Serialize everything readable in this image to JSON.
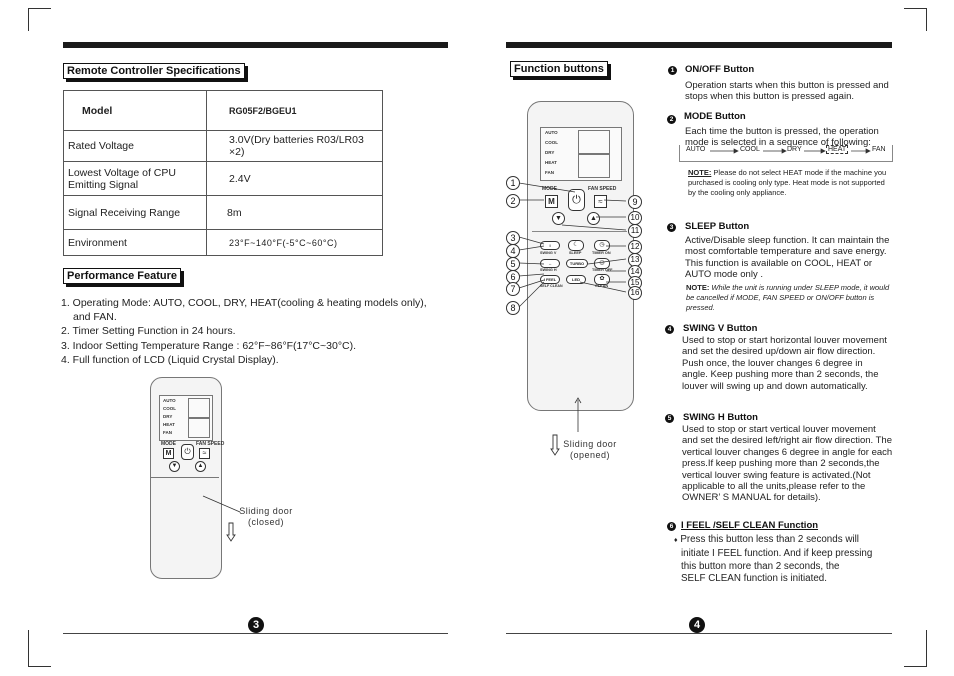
{
  "left_page": {
    "spec_title": "Remote Controller Specifications",
    "spec_rows": [
      {
        "label": "Model",
        "value": "RG05F2/BGEU1"
      },
      {
        "label": "Rated Voltage",
        "value": "3.0V(Dry batteries R03/LR03 ×2)"
      },
      {
        "label": "Lowest Voltage of CPU Emitting Signal",
        "value": "2.4V"
      },
      {
        "label": "Signal Receiving Range",
        "value": "8m"
      },
      {
        "label": "Environment",
        "value": "23°F~140°F(-5°C~60°C)"
      }
    ],
    "perf_title": "Performance Feature",
    "perf_items": [
      "1. Operating Mode:  AUTO, COOL, DRY, HEAT(cooling & heating models only),",
      "    and FAN.",
      "2. Timer Setting Function in 24 hours.",
      "3. Indoor  Setting  Temperature Range : 62°F~86°F(17°C~30°C).",
      "4. Full function of LCD (Liquid Crystal Display)."
    ],
    "lcd_labels": [
      "AUTO",
      "COOL",
      "DRY",
      "HEAT",
      "FAN"
    ],
    "mode_label": "MODE",
    "fan_speed_label": "FAN SPEED",
    "m_key": "M",
    "sliding_door_closed": [
      "Sliding door",
      "(closed)"
    ],
    "page_number": "3"
  },
  "right_page": {
    "function_title": "Function buttons",
    "lcd_labels": [
      "AUTO",
      "COOL",
      "DRY",
      "HEAT",
      "FAN"
    ],
    "mode_label": "MODE",
    "fan_speed_label": "FAN SPEED",
    "m_key": "M",
    "button_labels": {
      "swing_v": "SWING V",
      "sleep": "SLEEP",
      "timer_on": "TIMER ON",
      "swing_h": "SWING H",
      "turbo": "TURBO",
      "timer_off": "TIMER OFF",
      "ifeel": "I FEEL",
      "self_clean": "SELF CLEAN",
      "led": "LED",
      "clean": "CLEAN"
    },
    "callout_numbers": [
      "1",
      "2",
      "3",
      "4",
      "5",
      "6",
      "7",
      "8",
      "9",
      "10",
      "11",
      "12",
      "13",
      "14",
      "15",
      "16"
    ],
    "sliding_door_opened": [
      "Sliding door",
      "(opened)"
    ],
    "sections": [
      {
        "num": "1",
        "title": "ON/OFF Button",
        "text": "Operation starts when this button is pressed and stops when this button is pressed again."
      },
      {
        "num": "2",
        "title": "MODE  Button",
        "text": "Each time the button is pressed, the operation mode is selected in a sequence of  following:"
      }
    ],
    "mode_sequence": [
      "AUTO",
      "COOL",
      "DRY",
      "HEAT",
      "FAN"
    ],
    "note1_label": "NOTE:",
    "note1_text": " Please do not select HEAT mode if the machine you purchased is cooling only type. Heat mode is not supported by the cooling only appliance.",
    "sleep": {
      "num": "3",
      "title": "SLEEP Button",
      "text": "Active/Disable sleep function. It can maintain the most comfortable temperature and save energy. This function is available on COOL, HEAT or AUTO mode only ."
    },
    "note2_label": "NOTE:",
    "note2_text": " While the unit is running under SLEEP mode, it would be cancelled if MODE, FAN SPEED or ON/OFF button is pressed.",
    "swing_v": {
      "num": "4",
      "title": "SWING V Button",
      "text": "Used to stop or start horizontal louver movement and set the desired up/down air flow direction. Push once, the louver changes 6 degree in angle. Keep pushing more than 2 seconds, the louver will swing  up and down automatically."
    },
    "swing_h": {
      "num": "5",
      "title": "SWING H Button",
      "text": "Used to stop or start vertical louver movement and set the desired left/right air flow direction. The vertical louver changes 6 degree in angle for each press.If keep pushing more than 2 seconds,the vertical louver swing feature is activated.(Not applicable to all the units,please refer to the OWNER’ S MANUAL for details)."
    },
    "ifeel": {
      "num": "6",
      "title": "I FEEL /SELF CLEAN Function",
      "bullet": "♦",
      "lines": [
        "Press this button less than 2 seconds will",
        "initiate  I FEEL function. And if keep pressing",
        "this button more than 2 seconds, the",
        "SELF CLEAN function is initiated."
      ]
    },
    "page_number": "4"
  }
}
